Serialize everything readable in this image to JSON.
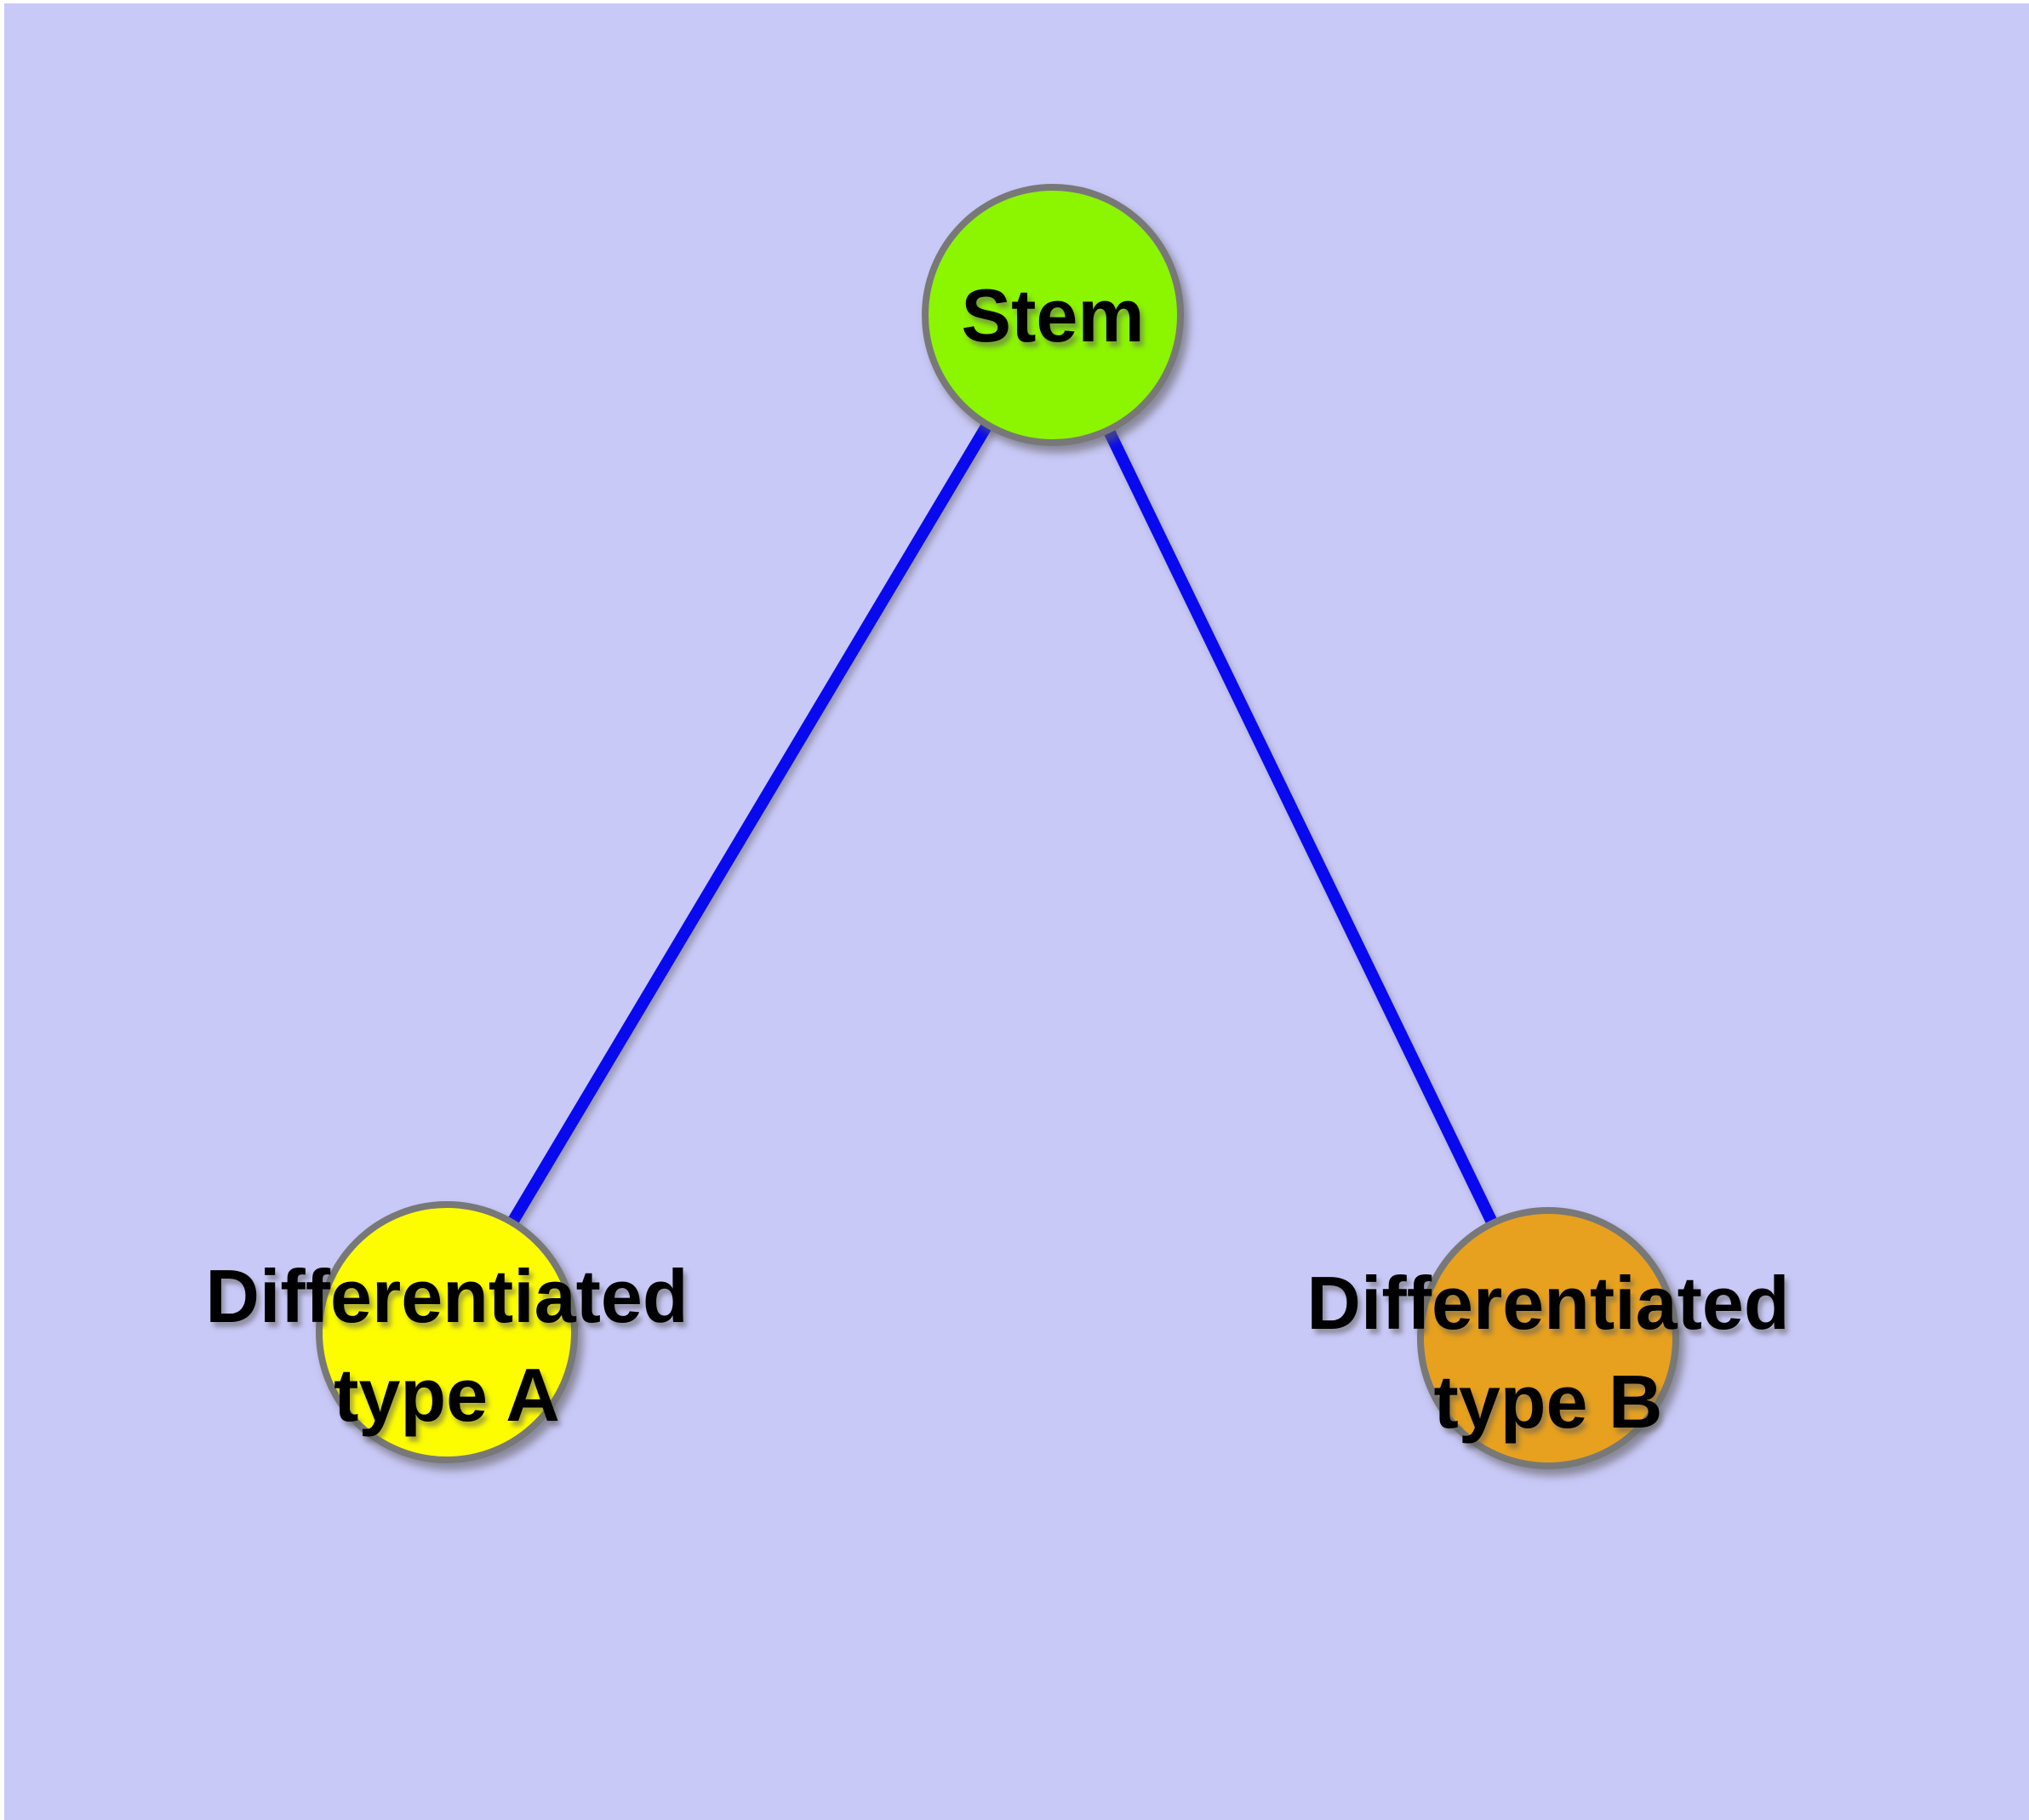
{
  "canvas": {
    "page_background": "#ffffff",
    "background": "#c9c9f8"
  },
  "graph": {
    "title": "Stem cell differentiation diagram",
    "nodes": [
      {
        "id": "stem",
        "label_lines": [
          "Stem"
        ],
        "fill": "#8cf500",
        "border": "#787878"
      },
      {
        "id": "differentiated-type-a",
        "label_lines": [
          "Differentiated",
          "type A"
        ],
        "fill": "#fdfd00",
        "border": "#787878"
      },
      {
        "id": "differentiated-type-b",
        "label_lines": [
          "Differentiated",
          "type B"
        ],
        "fill": "#e7a11e",
        "border": "#787878"
      }
    ],
    "edges": [
      {
        "from": "stem",
        "to": "differentiated-type-a",
        "color": "#0909f0"
      },
      {
        "from": "stem",
        "to": "differentiated-type-b",
        "color": "#0909f0"
      }
    ]
  }
}
